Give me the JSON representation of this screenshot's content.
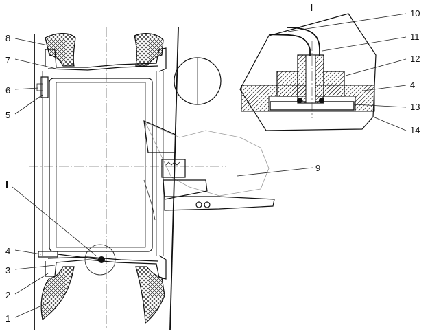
{
  "callouts": {
    "c1": "1",
    "c2": "2",
    "c3": "3",
    "c4": "4",
    "c5": "5",
    "c6": "6",
    "c7": "7",
    "c8": "8",
    "c9": "9",
    "c10": "10",
    "c11": "11",
    "c12": "12",
    "c4b": "4",
    "c13": "13",
    "c14": "14"
  },
  "detail": {
    "marker": "I",
    "title": "I"
  },
  "colors": {
    "line": "#111111",
    "hatch": "#222222",
    "paper": "#ffffff"
  }
}
